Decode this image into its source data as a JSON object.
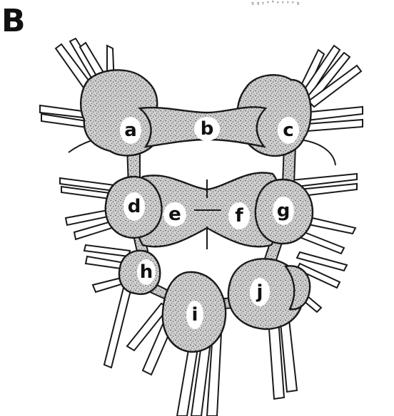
{
  "panel_label": "B",
  "corner_text": "ˢ ˢ ʳ ʼ ʽ ʼ ʼ ʼ ʼ ˢ",
  "ganglia": [
    {
      "key": "a",
      "label": "a"
    },
    {
      "key": "b",
      "label": "b"
    },
    {
      "key": "c",
      "label": "c"
    },
    {
      "key": "d",
      "label": "d"
    },
    {
      "key": "e",
      "label": "e"
    },
    {
      "key": "f",
      "label": "f"
    },
    {
      "key": "g",
      "label": "g"
    },
    {
      "key": "h",
      "label": "h"
    },
    {
      "key": "i",
      "label": "i"
    },
    {
      "key": "j",
      "label": "j"
    }
  ],
  "colors": {
    "ink": "#1a1a1a",
    "stipple_bg": "#cfcfcf",
    "stipple_dot": "#5a5a5a",
    "paper": "#ffffff"
  }
}
